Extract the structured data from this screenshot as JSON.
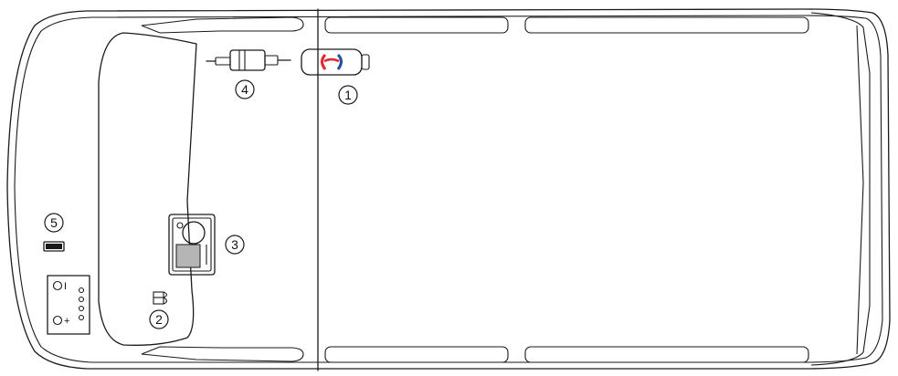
{
  "diagram": {
    "callouts": [
      {
        "id": "1",
        "label": "1"
      },
      {
        "id": "2",
        "label": "2"
      },
      {
        "id": "3",
        "label": "3"
      },
      {
        "id": "4",
        "label": "4"
      },
      {
        "id": "5",
        "label": "5"
      }
    ],
    "battery": {
      "neg_symbol": "I",
      "pos_symbol": "+"
    },
    "colors": {
      "outline": "#1a1a1a",
      "logo_red": "#e3262c",
      "logo_blue": "#1f4fa3",
      "display_gray": "#b5b5b5"
    }
  }
}
